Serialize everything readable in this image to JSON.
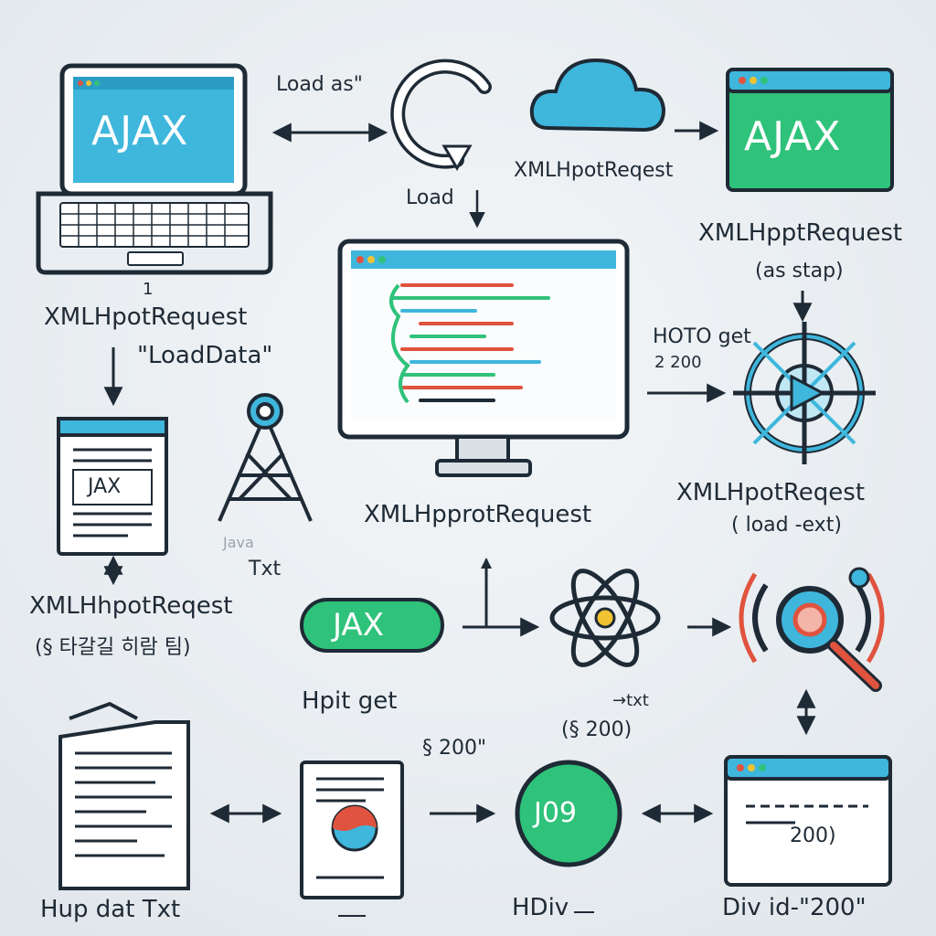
{
  "nodes": {
    "laptop": {
      "label": "AJAX",
      "caption_num": "1",
      "caption": "XMLHpotRequest",
      "caption2": "\"LoadData\""
    },
    "load_as": "Load as\"",
    "cloud_caption": "XMLHpotReqest",
    "load_label": "Load",
    "window_top_right": {
      "label": "AJAX",
      "caption": "XMLHpptRequest",
      "caption2": "(as stap)"
    },
    "monitor_caption": "XMLHpprotRequest",
    "hoto_get": "HOTO get",
    "hoto_code": "2 200",
    "target_caption": "XMLHpotReqest",
    "target_caption2": "( load -ext)",
    "doc_label": "JAX",
    "tower_caption": "Txt",
    "tower_faint": "Java",
    "left_mid_caption": "XMLHhpotReqest",
    "left_mid_caption2": "(§ 타갈길 히람 팀)",
    "pill_label": "JAX",
    "pill_caption": "Hpit get",
    "atom_caption": "→txt",
    "atom_caption2": "(§ 200)",
    "mid_code": "§ 200\"",
    "bottom_doc_caption": "Hup dat Txt",
    "circle_label": "J09",
    "circle_caption": "HDiv",
    "bottom_window_code": "200)",
    "bottom_window_caption": "Div id-\"200\"",
    "colors": {
      "blue": "#3fb6dc",
      "green": "#2fc27a",
      "dark": "#1e2a35",
      "red": "#e0533e",
      "yellow": "#f1c232"
    }
  }
}
